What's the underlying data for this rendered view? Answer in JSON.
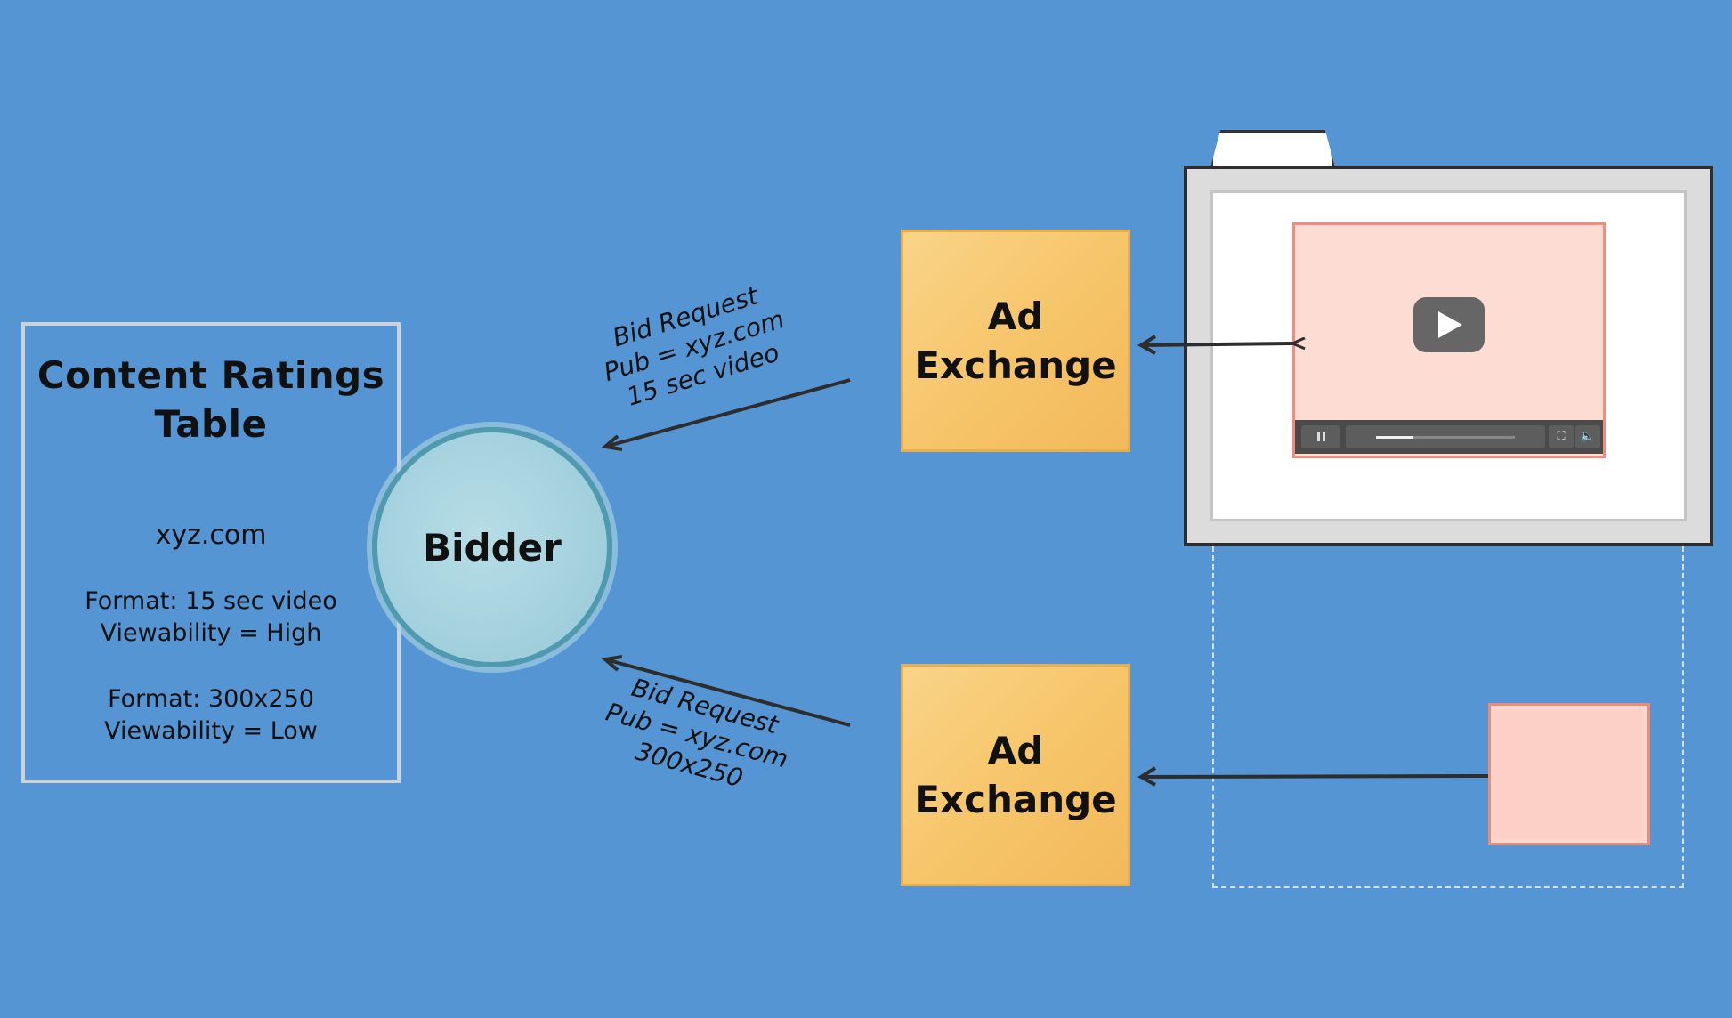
{
  "ratings_table": {
    "title": "Content Ratings\nTable",
    "site": "xyz.com",
    "rows": [
      {
        "format": "Format: 15 sec video",
        "viewability": "Viewability = High"
      },
      {
        "format": "Format: 300x250",
        "viewability": "Viewability = Low"
      }
    ]
  },
  "bidder": {
    "label": "Bidder"
  },
  "exchanges": [
    {
      "label": "Ad\nExchange"
    },
    {
      "label": "Ad\nExchange"
    }
  ],
  "bid_requests": [
    {
      "lines": [
        "Bid Request",
        "Pub = xyz.com",
        "15 sec video"
      ]
    },
    {
      "lines": [
        "Bid Request",
        "Pub = xyz.com",
        "300x250"
      ]
    }
  ],
  "video_player": {
    "icons": [
      "play-icon",
      "pause-icon",
      "fullscreen-icon",
      "volume-icon"
    ],
    "progress": 0.27
  },
  "colors": {
    "background": "#5595d3",
    "exchange": "#f6c468",
    "bidder": "#a4d1de",
    "video_ad": "#fddcd3",
    "banner_ad": "#fcd0c6"
  }
}
